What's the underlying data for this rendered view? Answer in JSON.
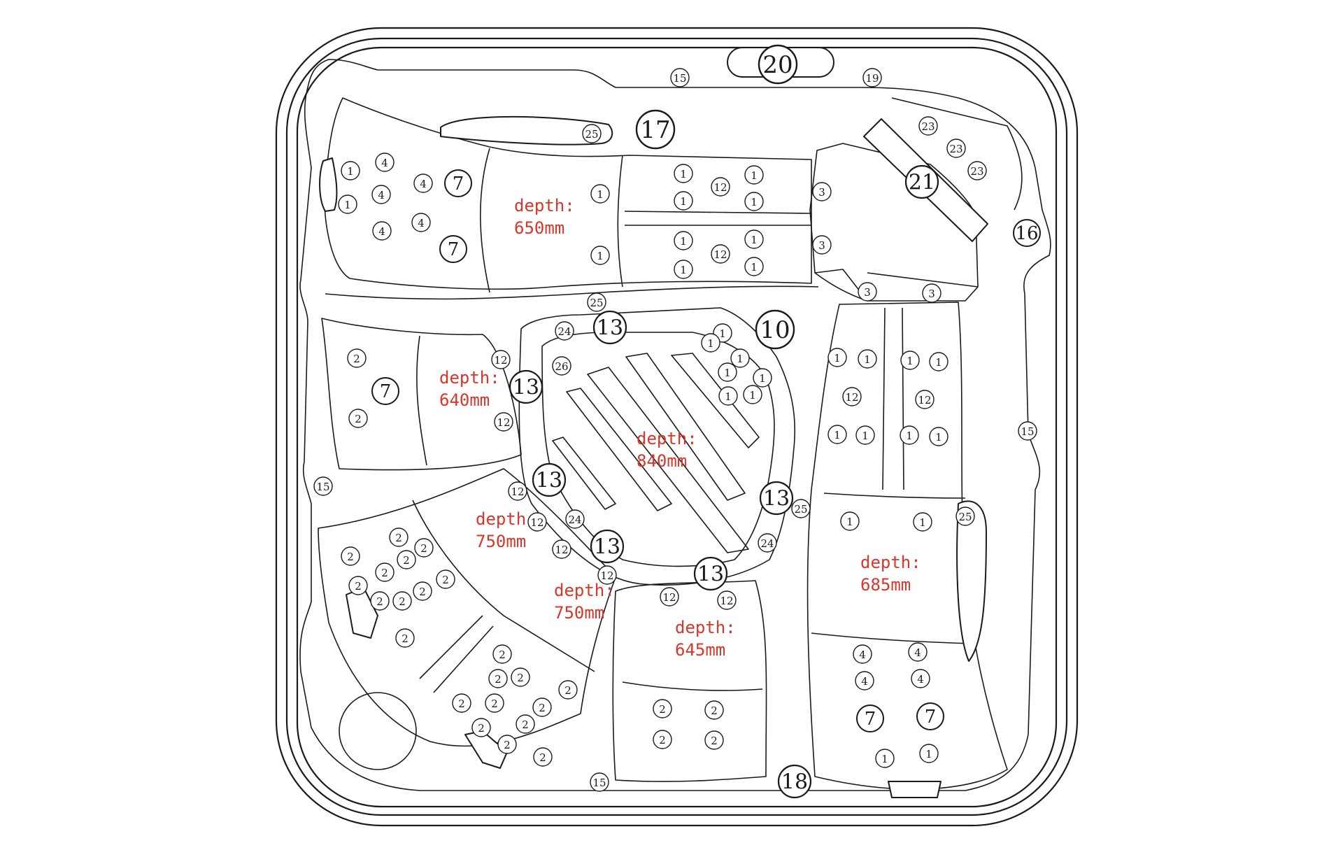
{
  "diagram": {
    "depth_prefix": "depth:",
    "depths": [
      {
        "id": "top-left-seat",
        "value": "650mm"
      },
      {
        "id": "left-seat",
        "value": "640mm"
      },
      {
        "id": "center-footwell",
        "value": "840mm"
      },
      {
        "id": "bottom-left-seat",
        "value": "750mm"
      },
      {
        "id": "bottom-center-seat",
        "value": "750mm"
      },
      {
        "id": "bottom-middle-seat",
        "value": "645mm"
      },
      {
        "id": "right-lounger",
        "value": "685mm"
      }
    ],
    "jets": [
      {
        "n": "20",
        "size": "xl"
      },
      {
        "n": "15",
        "size": "s"
      },
      {
        "n": "19",
        "size": "s"
      },
      {
        "n": "17",
        "size": "xl"
      },
      {
        "n": "25",
        "size": "s"
      },
      {
        "n": "23",
        "size": "s"
      },
      {
        "n": "23",
        "size": "s"
      },
      {
        "n": "23",
        "size": "s"
      },
      {
        "n": "21",
        "size": "l"
      },
      {
        "n": "16",
        "size": "m"
      },
      {
        "n": "1",
        "size": "s"
      },
      {
        "n": "1",
        "size": "s"
      },
      {
        "n": "4",
        "size": "s"
      },
      {
        "n": "4",
        "size": "s"
      },
      {
        "n": "4",
        "size": "s"
      },
      {
        "n": "4",
        "size": "s"
      },
      {
        "n": "4",
        "size": "s"
      },
      {
        "n": "7",
        "size": "m"
      },
      {
        "n": "7",
        "size": "m"
      },
      {
        "n": "1",
        "size": "s"
      },
      {
        "n": "1",
        "size": "s"
      },
      {
        "n": "1",
        "size": "s"
      },
      {
        "n": "1",
        "size": "s"
      },
      {
        "n": "12",
        "size": "s"
      },
      {
        "n": "1",
        "size": "s"
      },
      {
        "n": "1",
        "size": "s"
      },
      {
        "n": "1",
        "size": "s"
      },
      {
        "n": "1",
        "size": "s"
      },
      {
        "n": "12",
        "size": "s"
      },
      {
        "n": "1",
        "size": "s"
      },
      {
        "n": "1",
        "size": "s"
      },
      {
        "n": "3",
        "size": "s"
      },
      {
        "n": "3",
        "size": "s"
      },
      {
        "n": "3",
        "size": "s"
      },
      {
        "n": "3",
        "size": "s"
      },
      {
        "n": "25",
        "size": "s"
      },
      {
        "n": "24",
        "size": "s"
      },
      {
        "n": "13",
        "size": "l"
      },
      {
        "n": "10",
        "size": "xl"
      },
      {
        "n": "1",
        "size": "s"
      },
      {
        "n": "1",
        "size": "s"
      },
      {
        "n": "1",
        "size": "s"
      },
      {
        "n": "1",
        "size": "s"
      },
      {
        "n": "1",
        "size": "s"
      },
      {
        "n": "1",
        "size": "s"
      },
      {
        "n": "1",
        "size": "s"
      },
      {
        "n": "26",
        "size": "s"
      },
      {
        "n": "2",
        "size": "s"
      },
      {
        "n": "7",
        "size": "m"
      },
      {
        "n": "2",
        "size": "s"
      },
      {
        "n": "12",
        "size": "s"
      },
      {
        "n": "12",
        "size": "s"
      },
      {
        "n": "13",
        "size": "l"
      },
      {
        "n": "1",
        "size": "s"
      },
      {
        "n": "1",
        "size": "s"
      },
      {
        "n": "1",
        "size": "s"
      },
      {
        "n": "1",
        "size": "s"
      },
      {
        "n": "12",
        "size": "s"
      },
      {
        "n": "12",
        "size": "s"
      },
      {
        "n": "1",
        "size": "s"
      },
      {
        "n": "1",
        "size": "s"
      },
      {
        "n": "1",
        "size": "s"
      },
      {
        "n": "1",
        "size": "s"
      },
      {
        "n": "15",
        "size": "s"
      },
      {
        "n": "15",
        "size": "s"
      },
      {
        "n": "13",
        "size": "l"
      },
      {
        "n": "12",
        "size": "s"
      },
      {
        "n": "12",
        "size": "s"
      },
      {
        "n": "24",
        "size": "s"
      },
      {
        "n": "12",
        "size": "s"
      },
      {
        "n": "13",
        "size": "l"
      },
      {
        "n": "12",
        "size": "s"
      },
      {
        "n": "13",
        "size": "l"
      },
      {
        "n": "24",
        "size": "s"
      },
      {
        "n": "13",
        "size": "l"
      },
      {
        "n": "25",
        "size": "s"
      },
      {
        "n": "25",
        "size": "s"
      },
      {
        "n": "1",
        "size": "s"
      },
      {
        "n": "1",
        "size": "s"
      },
      {
        "n": "12",
        "size": "s"
      },
      {
        "n": "12",
        "size": "s"
      },
      {
        "n": "2",
        "size": "s"
      },
      {
        "n": "2",
        "size": "s"
      },
      {
        "n": "2",
        "size": "s"
      },
      {
        "n": "2",
        "size": "s"
      },
      {
        "n": "2",
        "size": "s"
      },
      {
        "n": "2",
        "size": "s"
      },
      {
        "n": "2",
        "size": "s"
      },
      {
        "n": "2",
        "size": "s"
      },
      {
        "n": "2",
        "size": "s"
      },
      {
        "n": "2",
        "size": "s"
      },
      {
        "n": "2",
        "size": "s"
      },
      {
        "n": "2",
        "size": "s"
      },
      {
        "n": "2",
        "size": "s"
      },
      {
        "n": "2",
        "size": "s"
      },
      {
        "n": "2",
        "size": "s"
      },
      {
        "n": "2",
        "size": "s"
      },
      {
        "n": "2",
        "size": "s"
      },
      {
        "n": "2",
        "size": "s"
      },
      {
        "n": "2",
        "size": "s"
      },
      {
        "n": "2",
        "size": "s"
      },
      {
        "n": "2",
        "size": "s"
      },
      {
        "n": "2",
        "size": "s"
      },
      {
        "n": "2",
        "size": "s"
      },
      {
        "n": "2",
        "size": "s"
      },
      {
        "n": "2",
        "size": "s"
      },
      {
        "n": "2",
        "size": "s"
      },
      {
        "n": "4",
        "size": "s"
      },
      {
        "n": "4",
        "size": "s"
      },
      {
        "n": "4",
        "size": "s"
      },
      {
        "n": "4",
        "size": "s"
      },
      {
        "n": "7",
        "size": "m"
      },
      {
        "n": "7",
        "size": "m"
      },
      {
        "n": "1",
        "size": "s"
      },
      {
        "n": "1",
        "size": "s"
      },
      {
        "n": "15",
        "size": "s"
      },
      {
        "n": "18",
        "size": "l"
      }
    ]
  }
}
